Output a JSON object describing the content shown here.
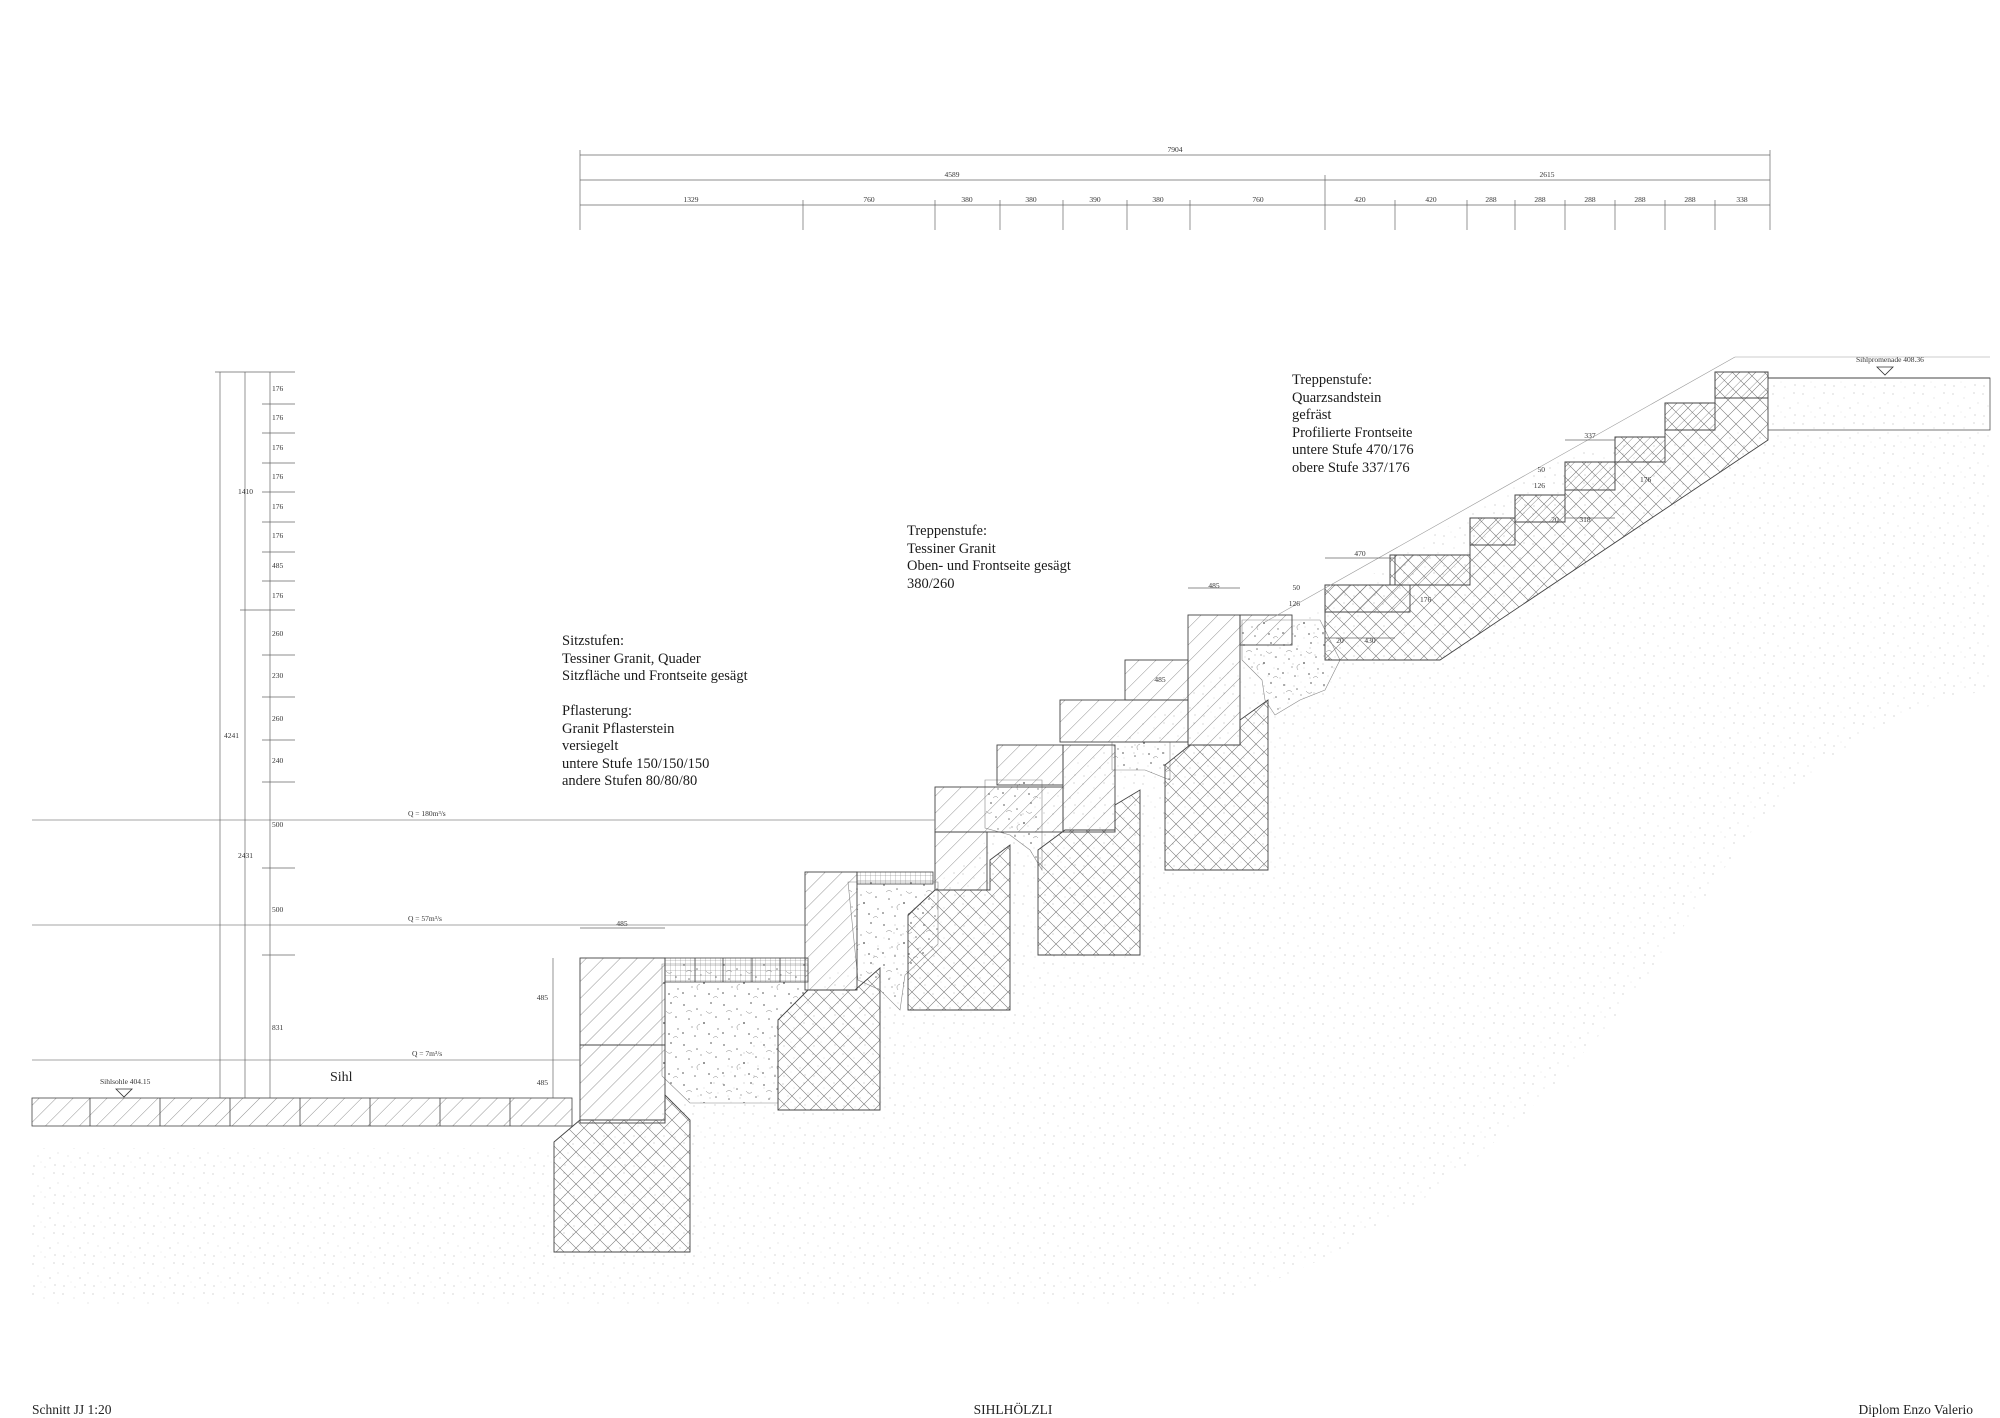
{
  "dimensions": {
    "top": {
      "total": "7904",
      "left_part": "4589",
      "right_part": "2615",
      "segments": [
        "1329",
        "760",
        "380",
        "380",
        "390",
        "380",
        "760",
        "420",
        "420",
        "288",
        "288",
        "288",
        "288",
        "288",
        "338"
      ]
    },
    "left": {
      "total": "4241",
      "upper": "1410",
      "lower": "2431",
      "segments": [
        "176",
        "176",
        "176",
        "176",
        "176",
        "176",
        "485",
        "176",
        "260",
        "230",
        "260",
        "240",
        "500",
        "500",
        "831"
      ]
    },
    "wall_width_top": "485",
    "wall_height": "485",
    "wall_base": "485",
    "block_width": "485",
    "block_height": "485",
    "step_470": "470",
    "step_50": "50",
    "step_126a": "126",
    "step_176a": "176",
    "step_20a": "20",
    "step_430": "430",
    "step_337": "337",
    "step_50b": "50",
    "step_126b": "126",
    "step_176b": "176",
    "step_20b": "20",
    "step_318": "318"
  },
  "levels": {
    "q180": "Q = 180m³/s",
    "q57": "Q = 57m³/s",
    "q7": "Q = 7m³/s",
    "sihlsohle": "Sihlsohle 404.15",
    "sihlpromenade": "Sihlpromenade 408.36",
    "river": "Sihl"
  },
  "notes": {
    "sitzstufen": [
      "Sitzstufen:",
      "Tessiner Granit, Quader",
      "Sitzfläche und Frontseite gesägt"
    ],
    "pflasterung": [
      "Pflasterung:",
      "Granit Pflasterstein",
      "versiegelt",
      "untere Stufe 150/150/150",
      "andere Stufen 80/80/80"
    ],
    "treppe_granit": [
      "Treppenstufe:",
      "Tessiner Granit",
      "Oben- und Frontseite gesägt",
      "380/260"
    ],
    "treppe_quarz": [
      "Treppenstufe:",
      "Quarzsandstein",
      "gefräst",
      "Profilierte Frontseite",
      "untere Stufe 470/176",
      "obere Stufe 337/176"
    ]
  },
  "footer": {
    "left": "Schnitt JJ 1:20",
    "center": "SIHLHÖLZLI",
    "right": "Diplom Enzo Valerio"
  }
}
